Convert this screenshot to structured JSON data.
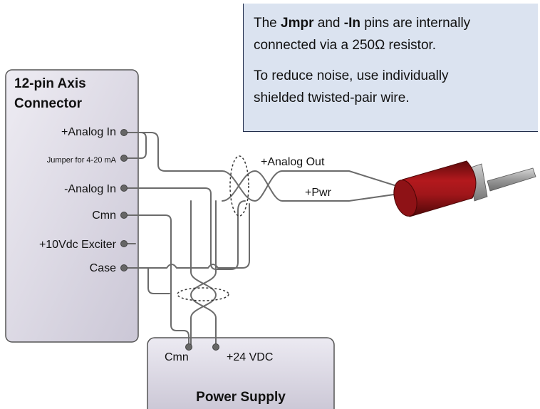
{
  "note": {
    "line1_a": "The ",
    "line1_b": "Jmpr",
    "line1_c": " and ",
    "line1_d": "-In",
    "line1_e": " pins are internally",
    "line2": "connected via a 250Ω resistor.",
    "line3": "To reduce noise, use individually",
    "line4": "shielded twisted-pair wire."
  },
  "connector": {
    "title_line1": "12-pin Axis",
    "title_line2": "Connector",
    "pins": {
      "analog_in_plus": "+Analog In",
      "jumper": "Jumper for 4-20 mA",
      "analog_in_minus": "-Analog In",
      "cmn": "Cmn",
      "exciter": "+10Vdc Exciter",
      "case": "Case"
    }
  },
  "wires": {
    "analog_out": "+Analog Out",
    "pwr": "+Pwr"
  },
  "power_supply": {
    "title": "Power Supply",
    "cmn": "Cmn",
    "vdc": "+24 VDC"
  },
  "colors": {
    "box_fill_top": "#eceaf2",
    "box_fill_bottom": "#cfcbd9",
    "note_fill": "#dbe3f0",
    "sensor_red": "#a3161a",
    "wire": "#6b6b6b"
  }
}
